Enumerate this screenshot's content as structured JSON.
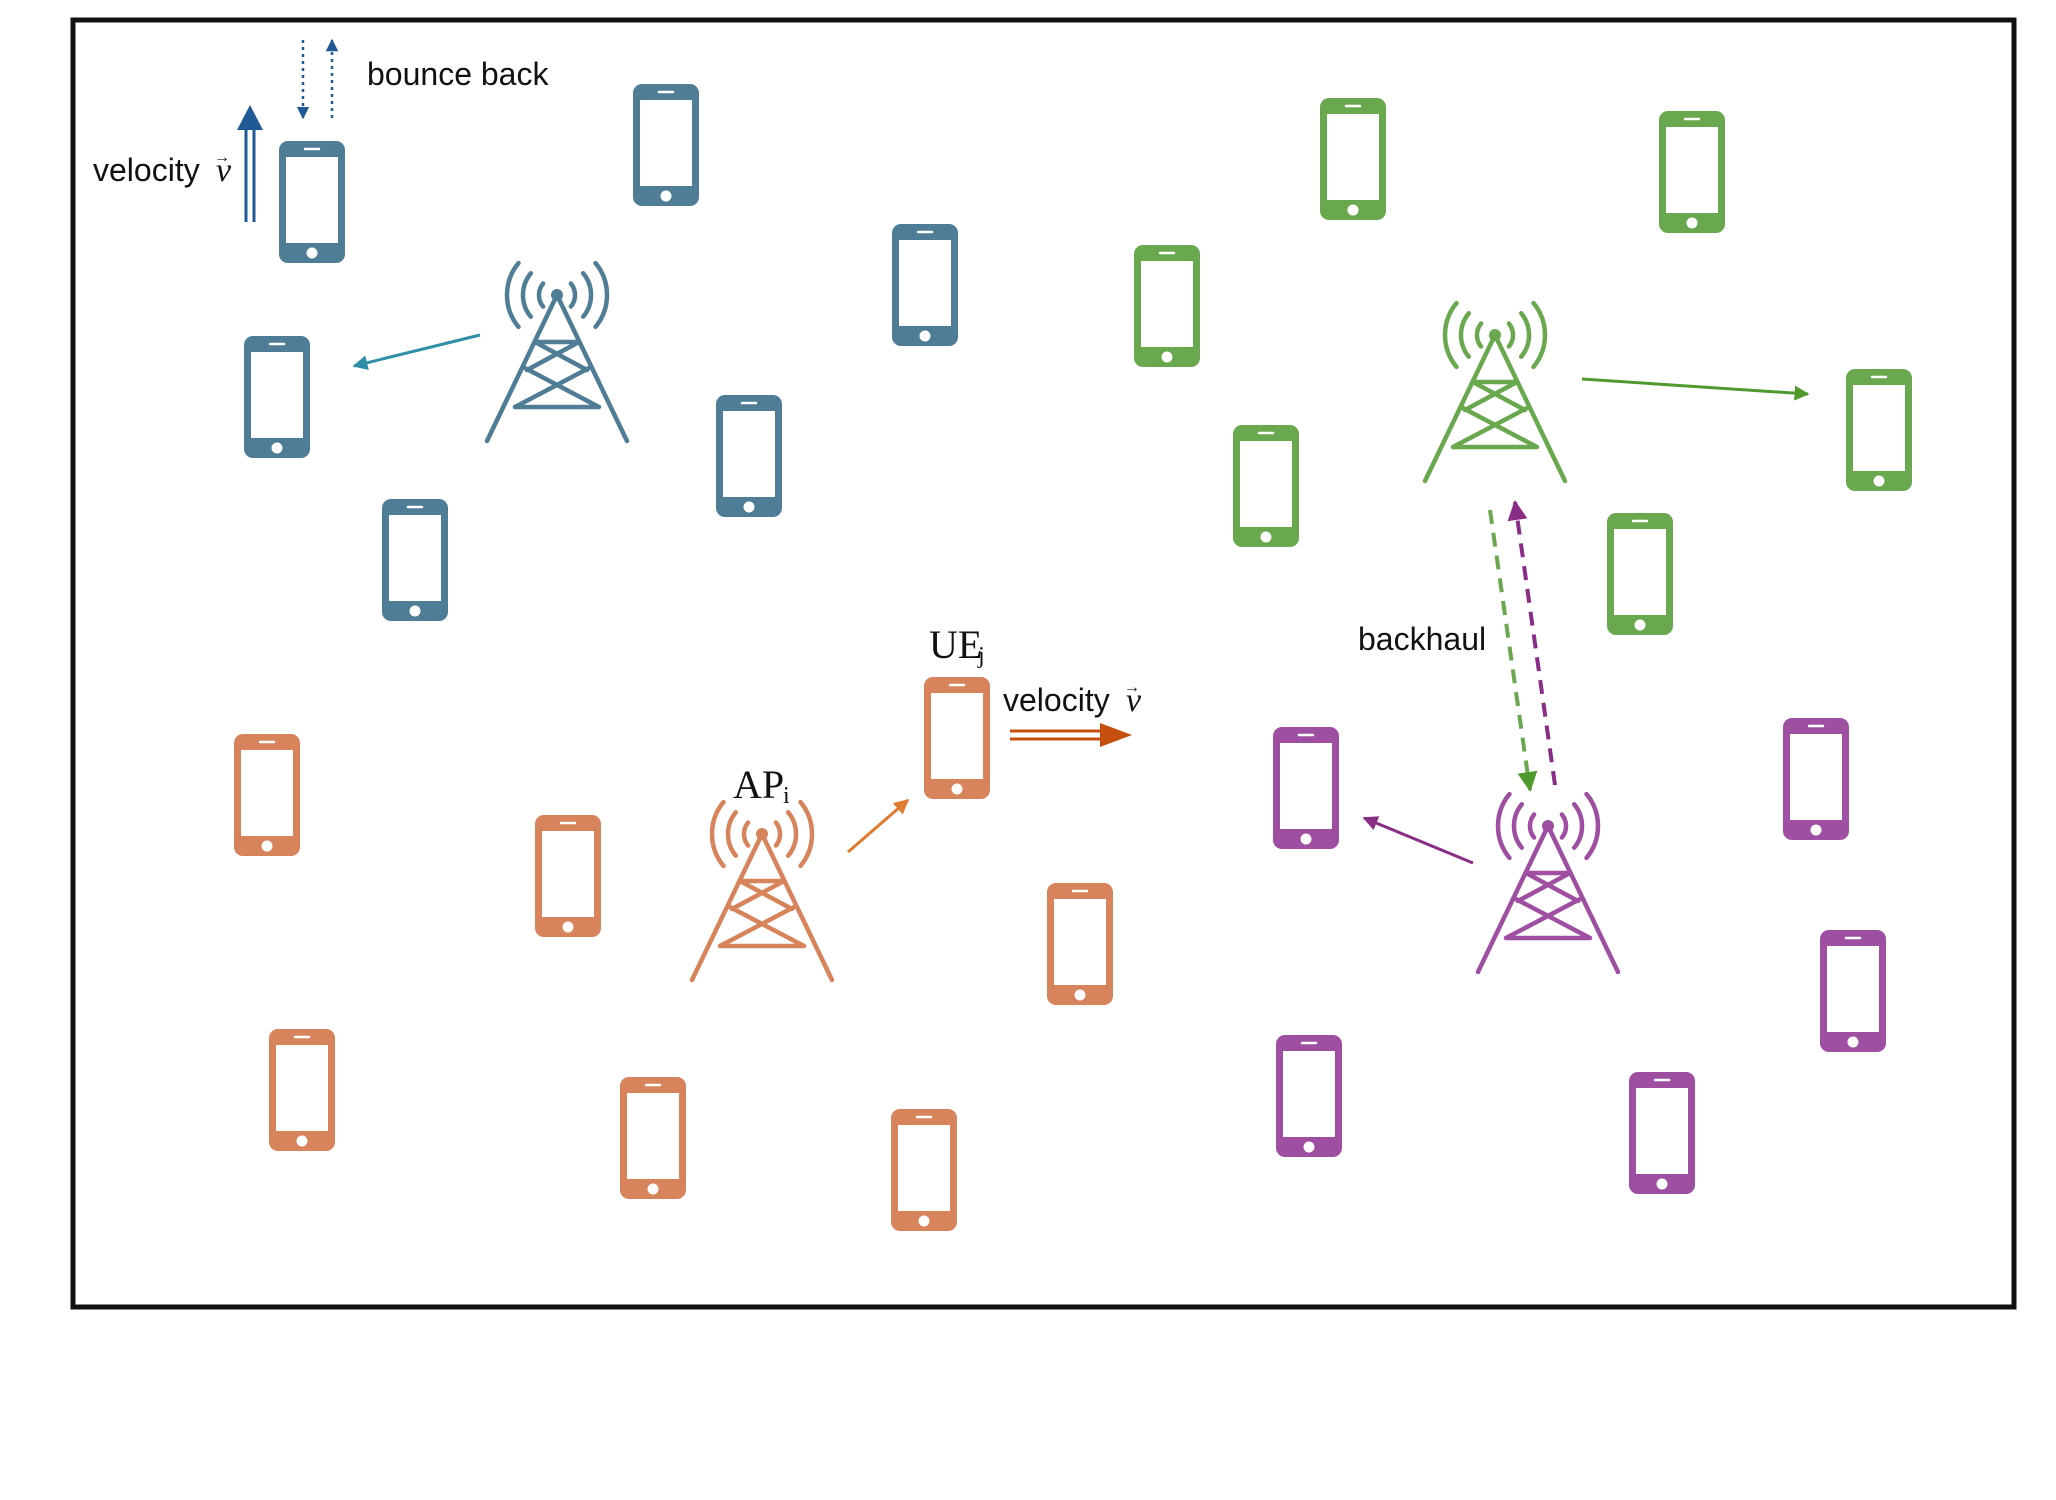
{
  "colors": {
    "blue": "#4e7d95",
    "green": "#6aa84f",
    "orange": "#d7835b",
    "purple": "#9f4fa1",
    "blue_arrow": "#2f8fa8",
    "green_arrow": "#4f9a2e",
    "orange_arrow": "#e07a30",
    "purple_arrow": "#8a2d86",
    "velocity_blue": "#1f5a94",
    "velocity_orange": "#c5500e",
    "frame": "#111111"
  },
  "icons": {
    "phone": "smartphone-icon",
    "tower": "cell-tower-icon"
  },
  "labels": {
    "bounce_back": "bounce back",
    "velocity_word": "velocity",
    "vector_v": "v",
    "vector_arrow": "→",
    "backhaul": "backhaul",
    "ap": "AP",
    "ap_sub": "i",
    "ue": "UE",
    "ue_sub": "j"
  },
  "clusters": [
    {
      "id": "blue",
      "phones": [
        [
          312,
          202
        ],
        [
          666,
          145
        ],
        [
          925,
          285
        ],
        [
          277,
          397
        ],
        [
          749,
          456
        ],
        [
          415,
          560
        ]
      ],
      "tower": [
        557,
        368
      ]
    },
    {
      "id": "green",
      "phones": [
        [
          1353,
          159
        ],
        [
          1692,
          172
        ],
        [
          1167,
          306
        ],
        [
          1266,
          486
        ],
        [
          1879,
          430
        ],
        [
          1640,
          574
        ]
      ],
      "tower": [
        1495,
        408
      ]
    },
    {
      "id": "orange",
      "phones": [
        [
          267,
          795
        ],
        [
          568,
          876
        ],
        [
          957,
          738
        ],
        [
          1080,
          944
        ],
        [
          302,
          1090
        ],
        [
          653,
          1138
        ],
        [
          924,
          1170
        ]
      ],
      "tower": [
        762,
        907
      ]
    },
    {
      "id": "purple",
      "phones": [
        [
          1306,
          788
        ],
        [
          1816,
          779
        ],
        [
          1853,
          991
        ],
        [
          1309,
          1096
        ],
        [
          1662,
          1133
        ]
      ],
      "tower": [
        1548,
        899
      ]
    }
  ]
}
